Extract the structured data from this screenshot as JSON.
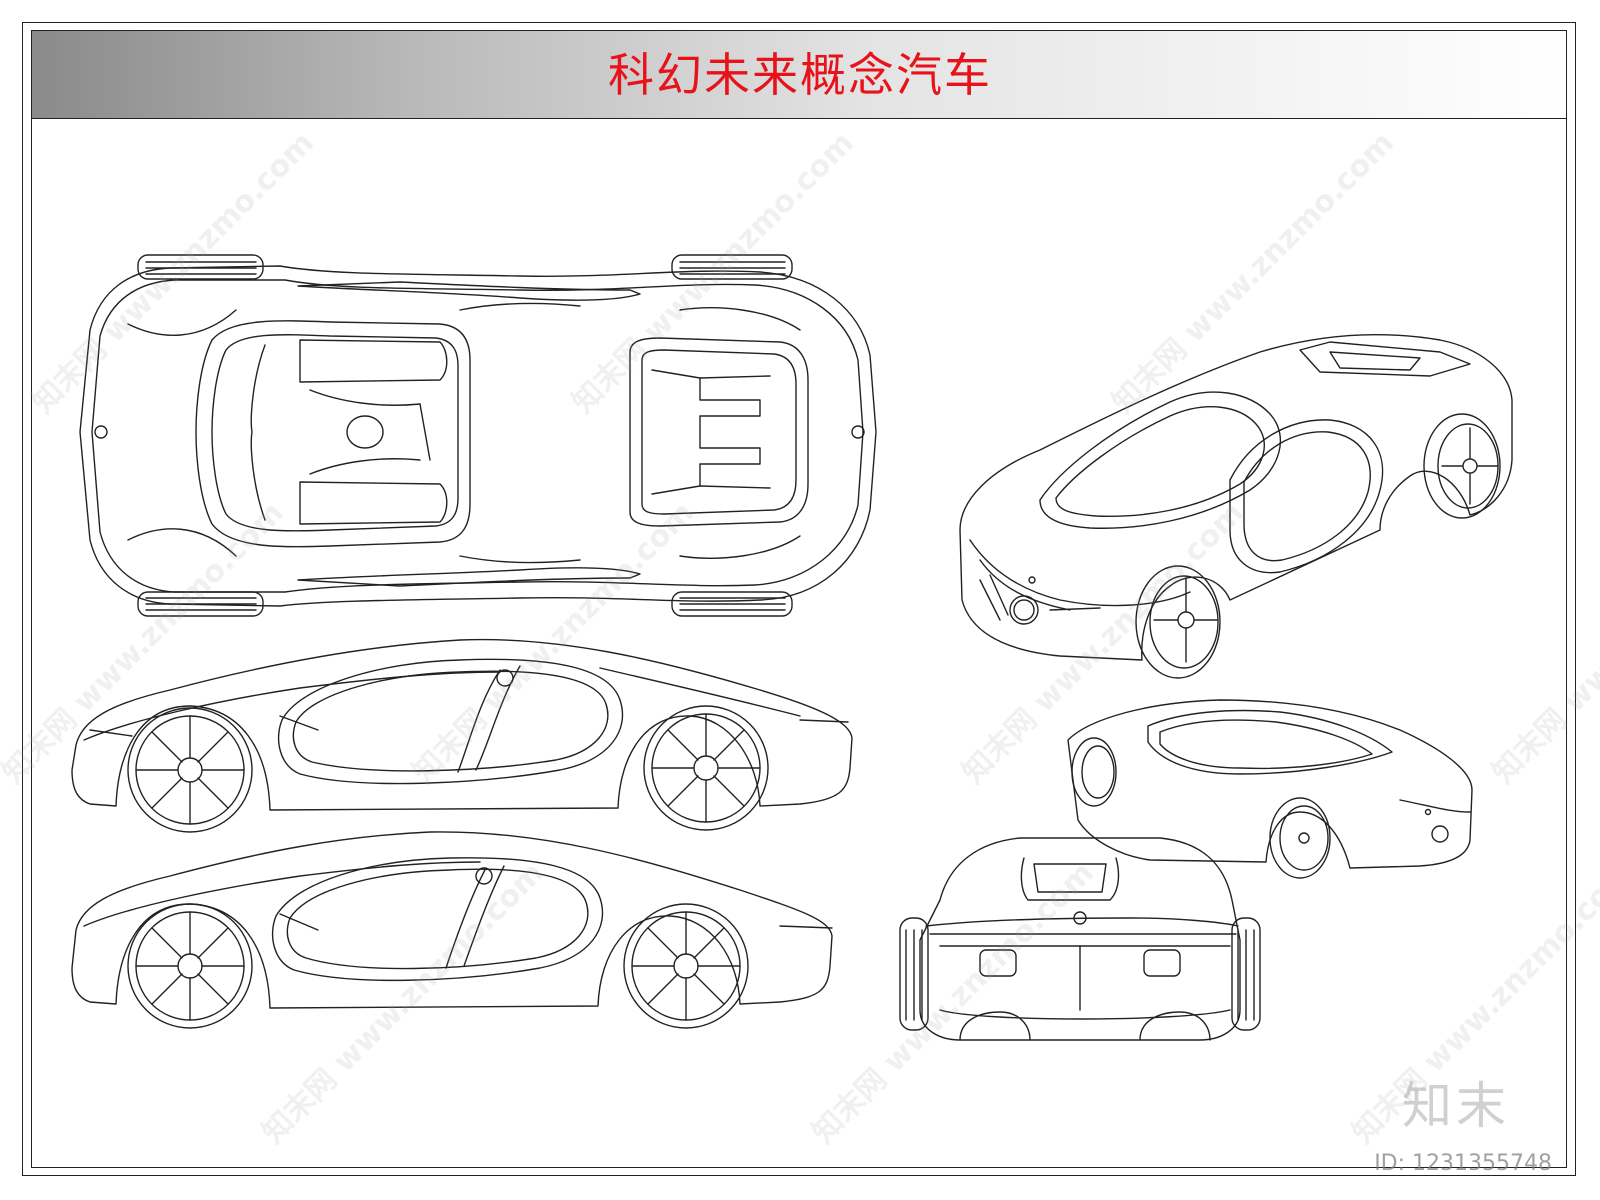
{
  "title": "科幻未来概念汽车",
  "watermark": {
    "url": "www.znzmo.com",
    "brand": "知末网"
  },
  "logo": "知末",
  "image_id": "ID: 1231355748",
  "colors": {
    "title": "#e8121a",
    "band_start": "#8a8a8a",
    "band_end": "#ffffff",
    "line": "#222222"
  }
}
